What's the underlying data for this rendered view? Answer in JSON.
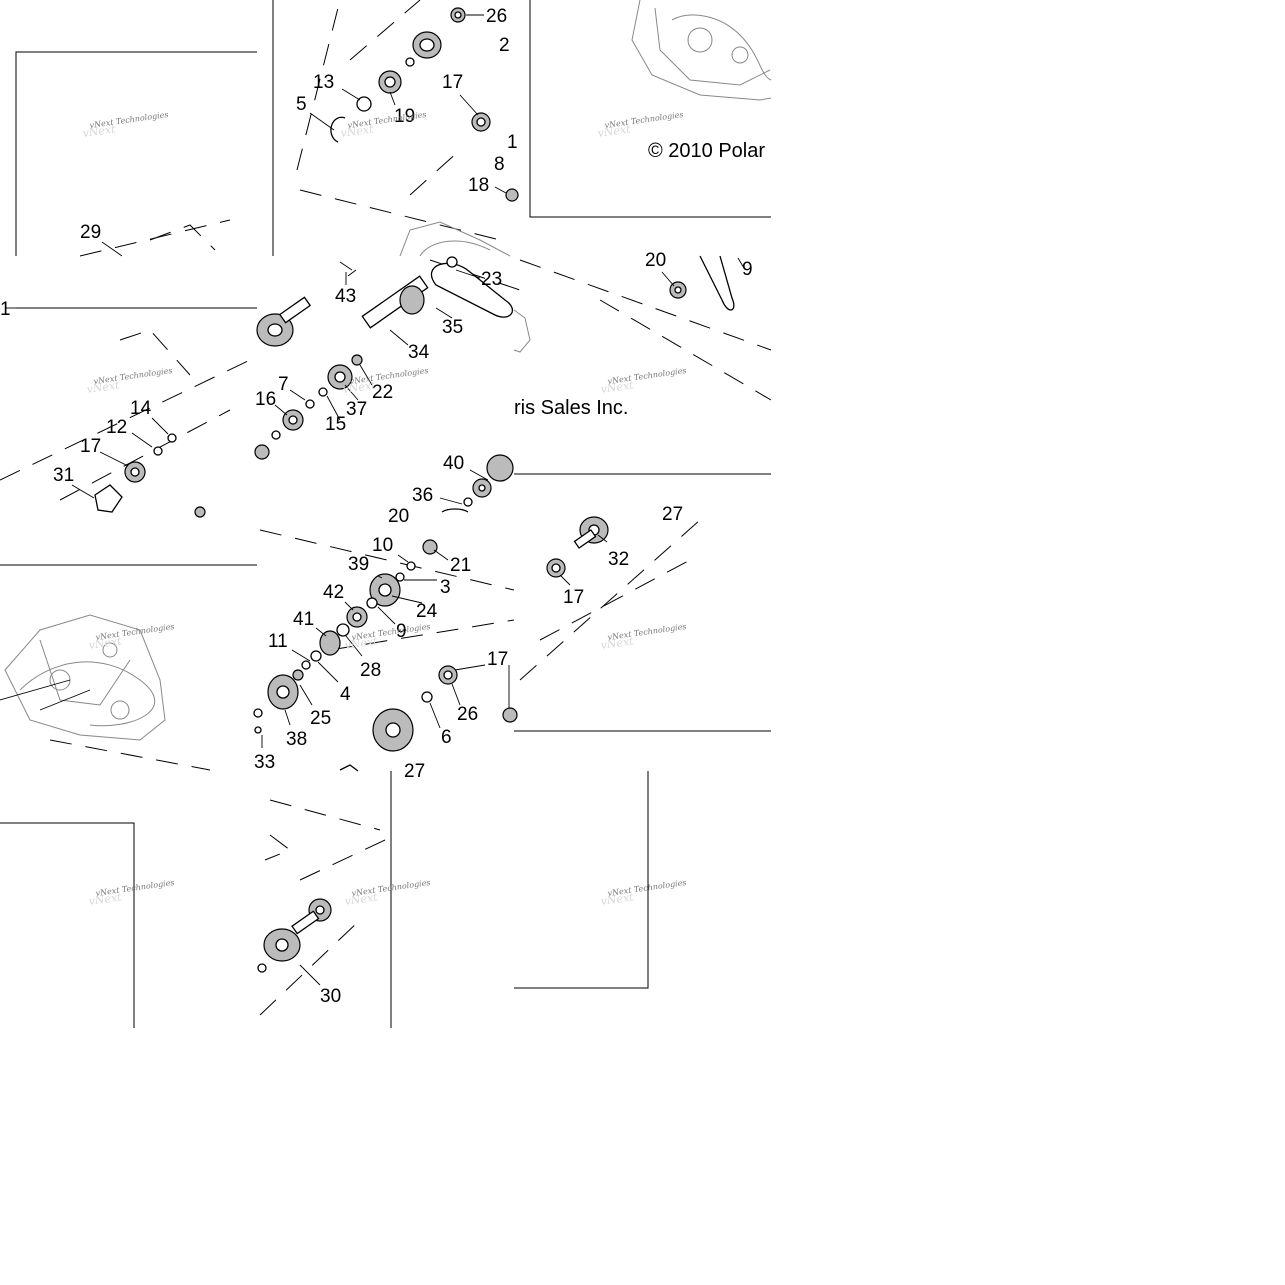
{
  "copyright": {
    "part_a": "© 2010 Polar",
    "part_b": "ris Sales Inc."
  },
  "watermark": {
    "brand": "vNext Technologies"
  },
  "callouts": [
    {
      "id": "26a",
      "text": "26"
    },
    {
      "id": "2a",
      "text": "2"
    },
    {
      "id": "13",
      "text": "13"
    },
    {
      "id": "5",
      "text": "5"
    },
    {
      "id": "19",
      "text": "19"
    },
    {
      "id": "17a",
      "text": "17"
    },
    {
      "id": "1a",
      "text": "1"
    },
    {
      "id": "8",
      "text": "8"
    },
    {
      "id": "18",
      "text": "18"
    },
    {
      "id": "29",
      "text": "29"
    },
    {
      "id": "20a",
      "text": "20"
    },
    {
      "id": "9a",
      "text": "9"
    },
    {
      "id": "43",
      "text": "43"
    },
    {
      "id": "23",
      "text": "23"
    },
    {
      "id": "1b",
      "text": "1"
    },
    {
      "id": "35",
      "text": "35"
    },
    {
      "id": "34",
      "text": "34"
    },
    {
      "id": "7",
      "text": "7"
    },
    {
      "id": "16",
      "text": "16"
    },
    {
      "id": "22",
      "text": "22"
    },
    {
      "id": "37",
      "text": "37"
    },
    {
      "id": "15",
      "text": "15"
    },
    {
      "id": "14",
      "text": "14"
    },
    {
      "id": "12",
      "text": "12"
    },
    {
      "id": "17b",
      "text": "17"
    },
    {
      "id": "31",
      "text": "31"
    },
    {
      "id": "40",
      "text": "40"
    },
    {
      "id": "36",
      "text": "36"
    },
    {
      "id": "20b",
      "text": "20"
    },
    {
      "id": "27a",
      "text": "27"
    },
    {
      "id": "32",
      "text": "32"
    },
    {
      "id": "17c",
      "text": "17"
    },
    {
      "id": "10",
      "text": "10"
    },
    {
      "id": "21",
      "text": "21"
    },
    {
      "id": "39",
      "text": "39"
    },
    {
      "id": "3",
      "text": "3"
    },
    {
      "id": "24",
      "text": "24"
    },
    {
      "id": "42",
      "text": "42"
    },
    {
      "id": "41",
      "text": "41"
    },
    {
      "id": "9b",
      "text": "9"
    },
    {
      "id": "28",
      "text": "28"
    },
    {
      "id": "11",
      "text": "11"
    },
    {
      "id": "4",
      "text": "4"
    },
    {
      "id": "17d",
      "text": "17"
    },
    {
      "id": "25",
      "text": "25"
    },
    {
      "id": "26b",
      "text": "26"
    },
    {
      "id": "38",
      "text": "38"
    },
    {
      "id": "6",
      "text": "6"
    },
    {
      "id": "33",
      "text": "33"
    },
    {
      "id": "27b",
      "text": "27"
    },
    {
      "id": "30",
      "text": "30"
    }
  ]
}
